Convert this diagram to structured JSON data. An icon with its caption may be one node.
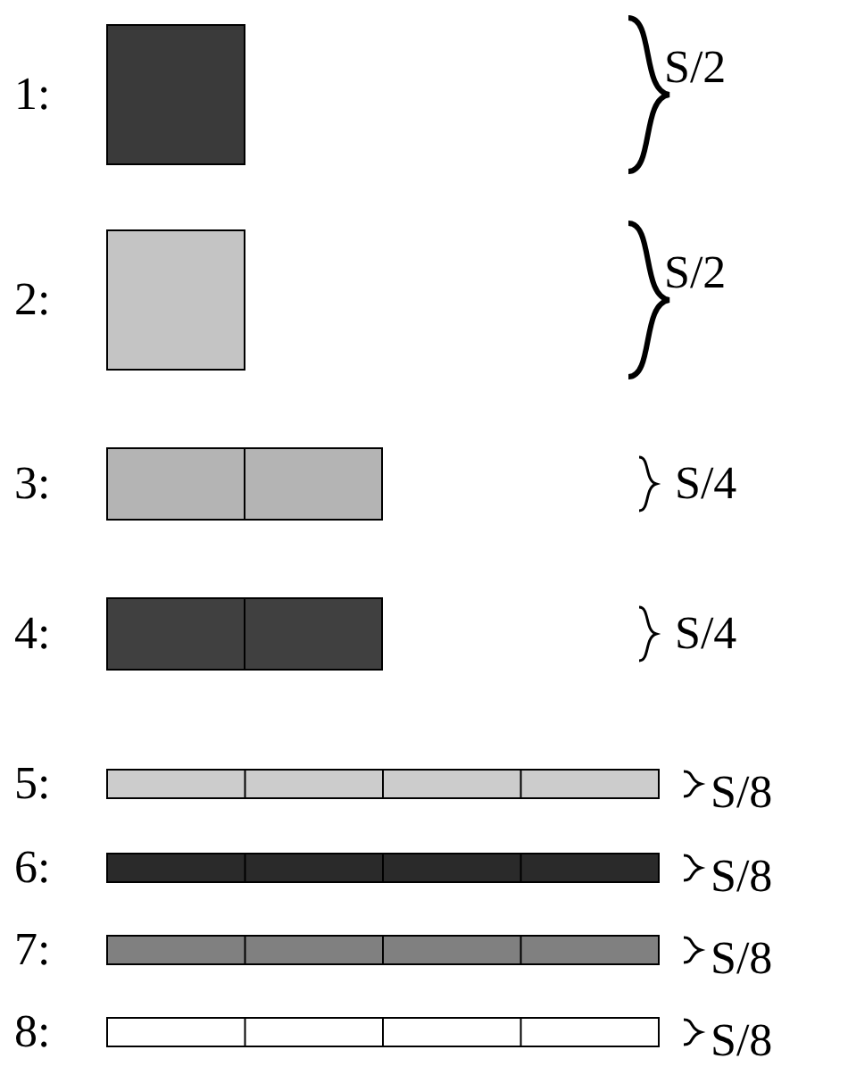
{
  "diagram": {
    "labels": [
      "1:",
      "S/2",
      "2:",
      "S/2",
      "3:",
      "S/4",
      "4:",
      "S/4",
      "5:",
      "S/8",
      "6:",
      "S/8",
      "7:",
      "S/8",
      "8:",
      "S/8"
    ]
  }
}
